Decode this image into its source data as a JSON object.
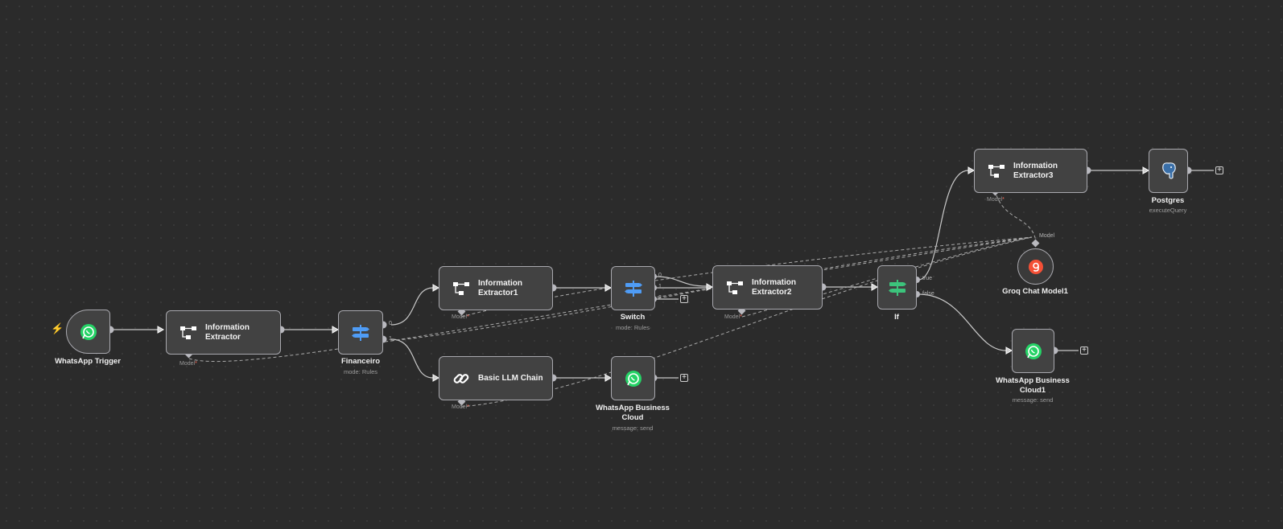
{
  "app": {
    "title": "n8n workflow editor"
  },
  "colors": {
    "canvas": "#2b2b2b",
    "node_fill": "#424242",
    "node_border": "#a8a8ae",
    "wire": "#c8c8c8",
    "whatsapp": "#25d366",
    "switch_icon": "#4f9cf5",
    "if_icon": "#3cc47c",
    "groq": "#f55036",
    "trigger_bolt": "#ff6d5a"
  },
  "nodes": {
    "whatsapp_trigger": {
      "caption": "WhatsApp Trigger",
      "icon": "whatsapp-icon"
    },
    "info_extractor": {
      "label": "Information\nExtractor",
      "model_label": "Model",
      "icon": "information-extractor-icon"
    },
    "financeiro": {
      "caption": "Financeiro",
      "sub": "mode: Rules",
      "icon": "switch-icon",
      "ports": [
        "0",
        "1"
      ]
    },
    "info_extractor1": {
      "label": "Information\nExtractor1",
      "model_label": "Model",
      "icon": "information-extractor-icon"
    },
    "basic_llm_chain": {
      "label": "Basic LLM Chain",
      "model_label": "Model",
      "icon": "chain-link-icon"
    },
    "switch": {
      "caption": "Switch",
      "sub": "mode: Rules",
      "icon": "switch-icon",
      "ports": [
        "0",
        "1",
        "2"
      ]
    },
    "whatsapp_business_cloud": {
      "caption": "WhatsApp Business\nCloud",
      "sub": "message: send",
      "icon": "whatsapp-icon"
    },
    "info_extractor2": {
      "label": "Information\nExtractor2",
      "model_label": "Model",
      "icon": "information-extractor-icon"
    },
    "if": {
      "caption": "If",
      "icon": "if-icon",
      "ports": [
        "true",
        "false"
      ]
    },
    "info_extractor3": {
      "label": "Information\nExtractor3",
      "model_label": "Model",
      "icon": "information-extractor-icon"
    },
    "postgres": {
      "caption": "Postgres",
      "sub": "executeQuery",
      "icon": "postgres-elephant-icon"
    },
    "groq_chat_model1": {
      "caption": "Groq Chat Model1",
      "port_label": "Model",
      "icon": "groq-icon"
    },
    "whatsapp_business_cloud1": {
      "caption": "WhatsApp Business\nCloud1",
      "sub": "message: send",
      "icon": "whatsapp-icon"
    }
  },
  "add_button_label": "+",
  "required_marker": "*"
}
